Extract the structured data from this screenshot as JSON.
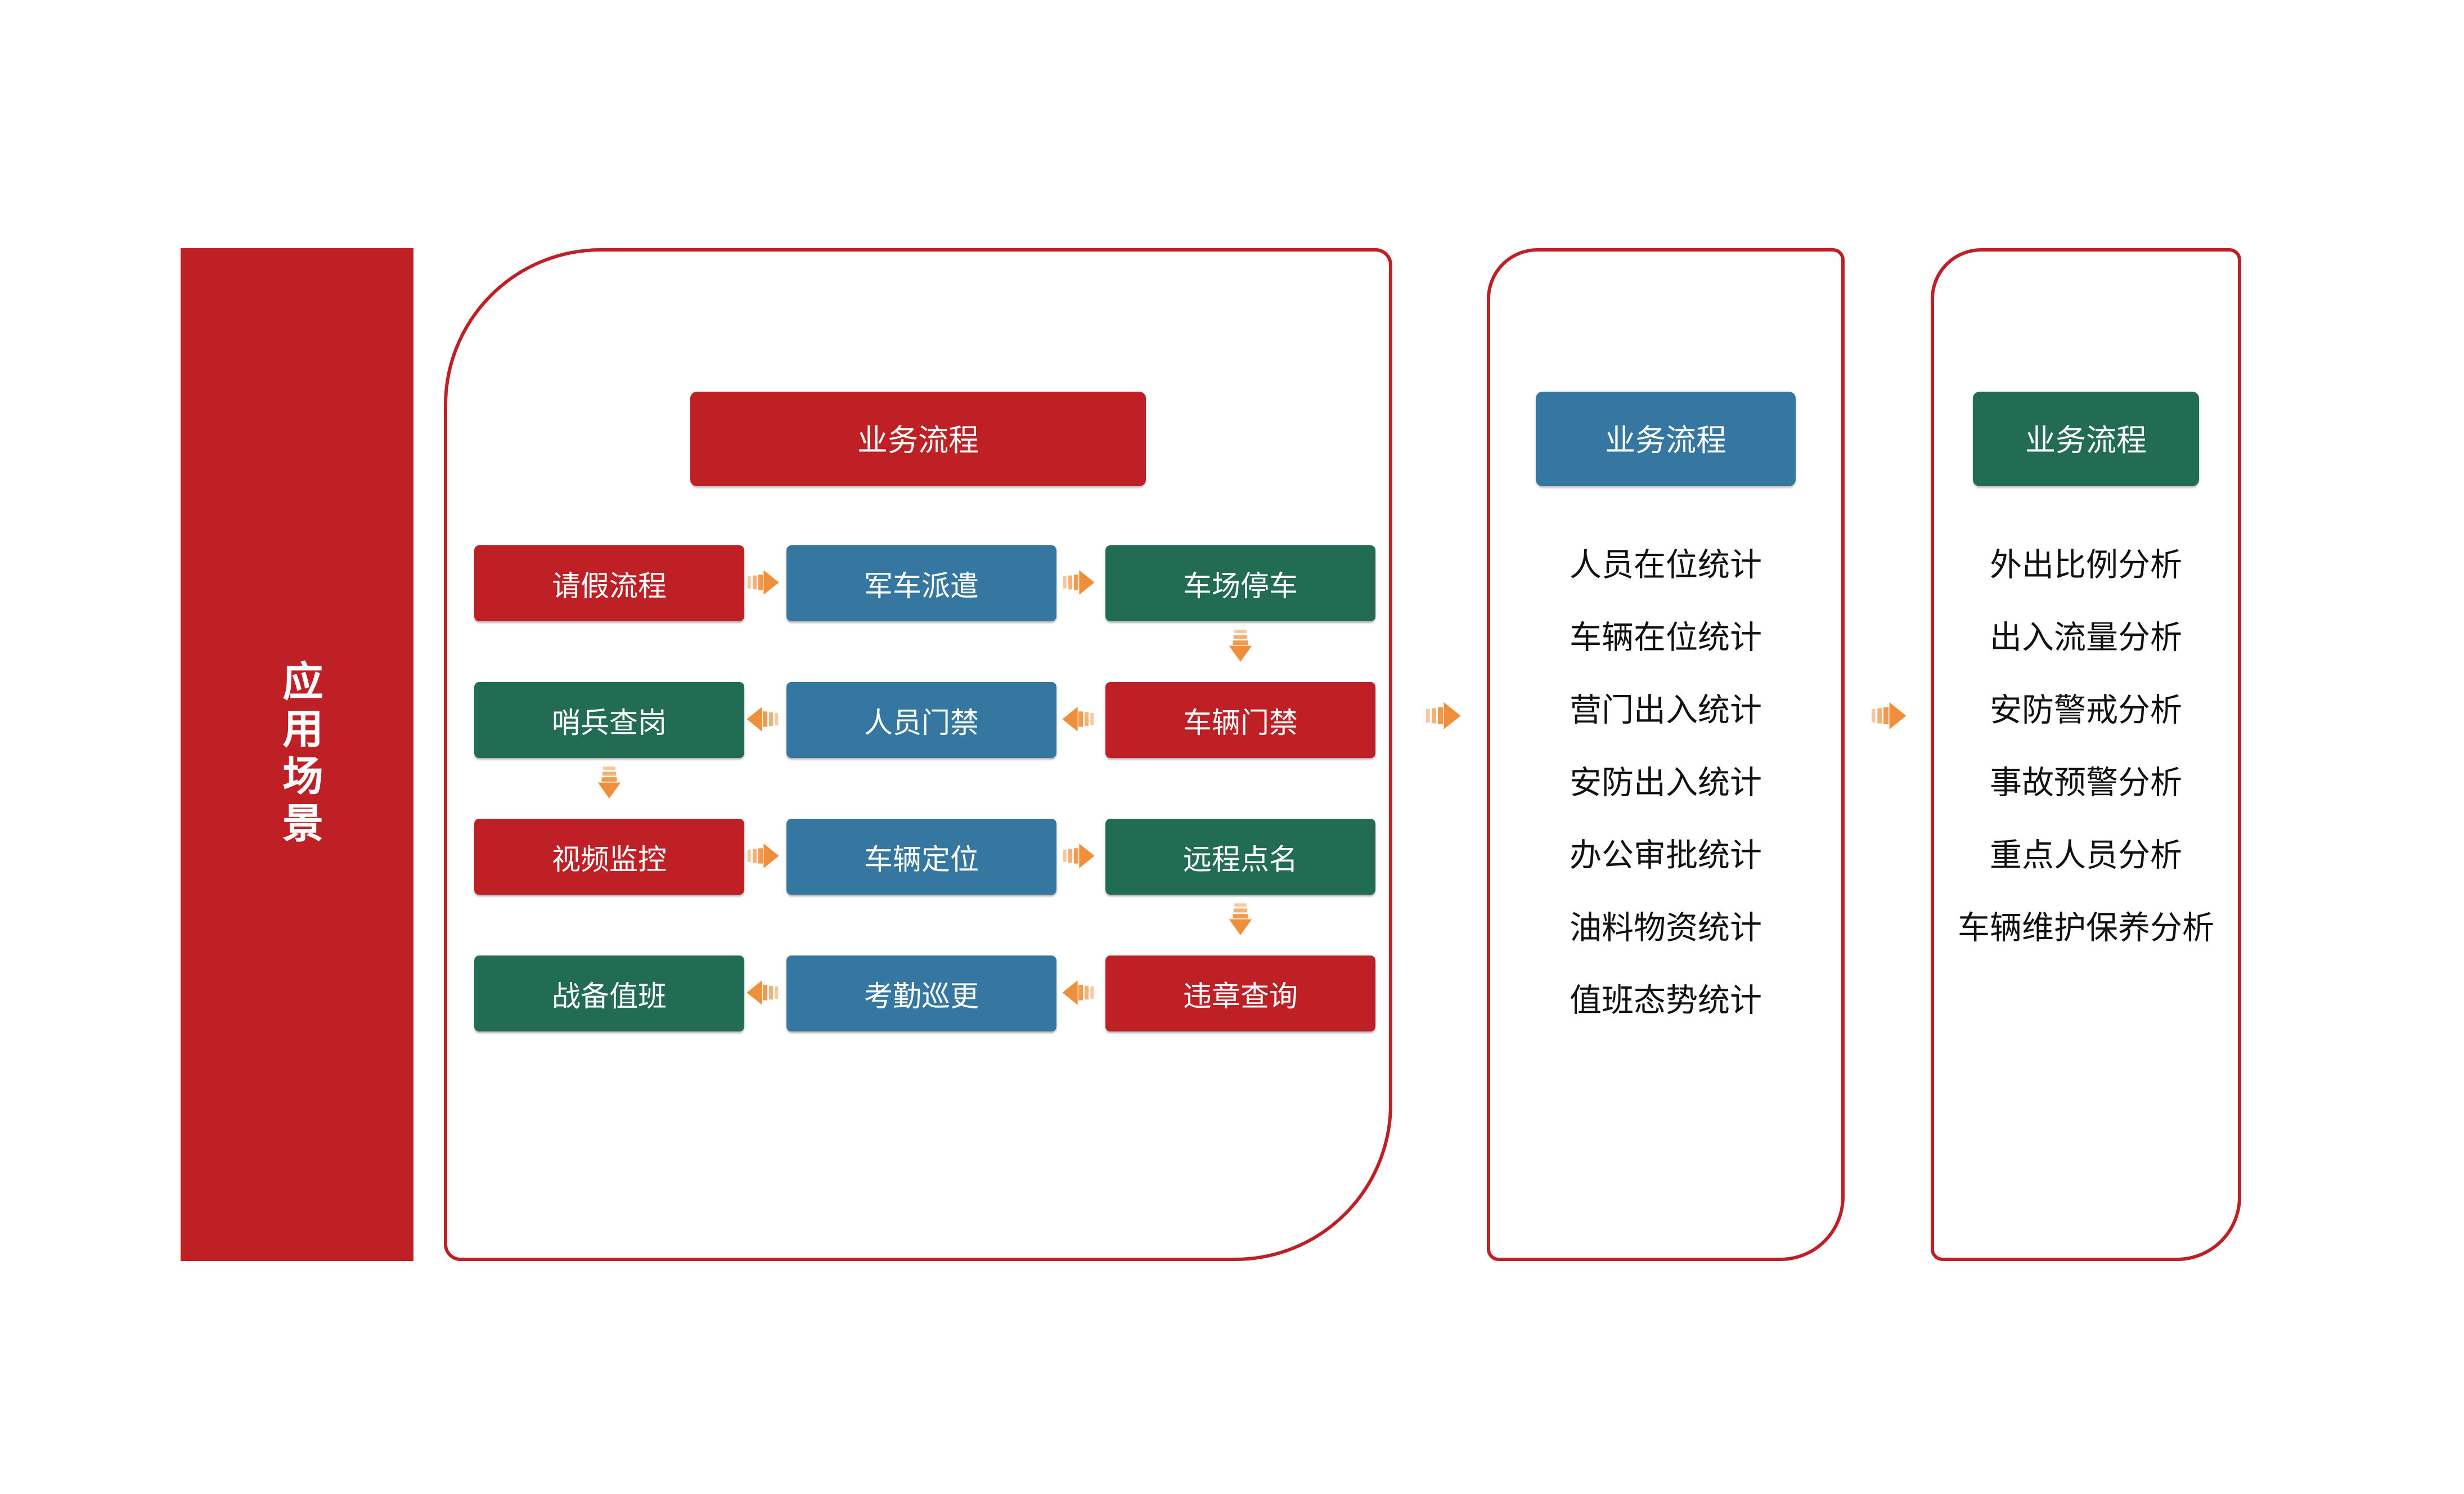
{
  "colors": {
    "red": "#BE2026",
    "blue": "#3577A1",
    "green": "#216C52",
    "orange": "#EF8F3B",
    "textc": "#111111"
  },
  "side_bar": {
    "label": "应用场景"
  },
  "flow_panel": {
    "header": "业务流程",
    "rows": [
      {
        "boxes": [
          {
            "label": "请假流程"
          },
          {
            "label": "军车派遣"
          },
          {
            "label": "车场停车"
          }
        ]
      },
      {
        "boxes": [
          {
            "label": "哨兵查岗"
          },
          {
            "label": "人员门禁"
          },
          {
            "label": "车辆门禁"
          }
        ]
      },
      {
        "boxes": [
          {
            "label": "视频监控"
          },
          {
            "label": "车辆定位"
          },
          {
            "label": "远程点名"
          }
        ]
      },
      {
        "boxes": [
          {
            "label": "战备值班"
          },
          {
            "label": "考勤巡更"
          },
          {
            "label": "违章查询"
          }
        ]
      }
    ]
  },
  "stats_panel": {
    "header": "业务流程",
    "items": [
      "人员在位统计",
      "车辆在位统计",
      "营门出入统计",
      "安防出入统计",
      "办公审批统计",
      "油料物资统计",
      "值班态势统计"
    ]
  },
  "analysis_panel": {
    "header": "业务流程",
    "items": [
      "外出比例分析",
      "出入流量分析",
      "安防警戒分析",
      "事故预警分析",
      "重点人员分析",
      "车辆维护保养分析"
    ]
  }
}
